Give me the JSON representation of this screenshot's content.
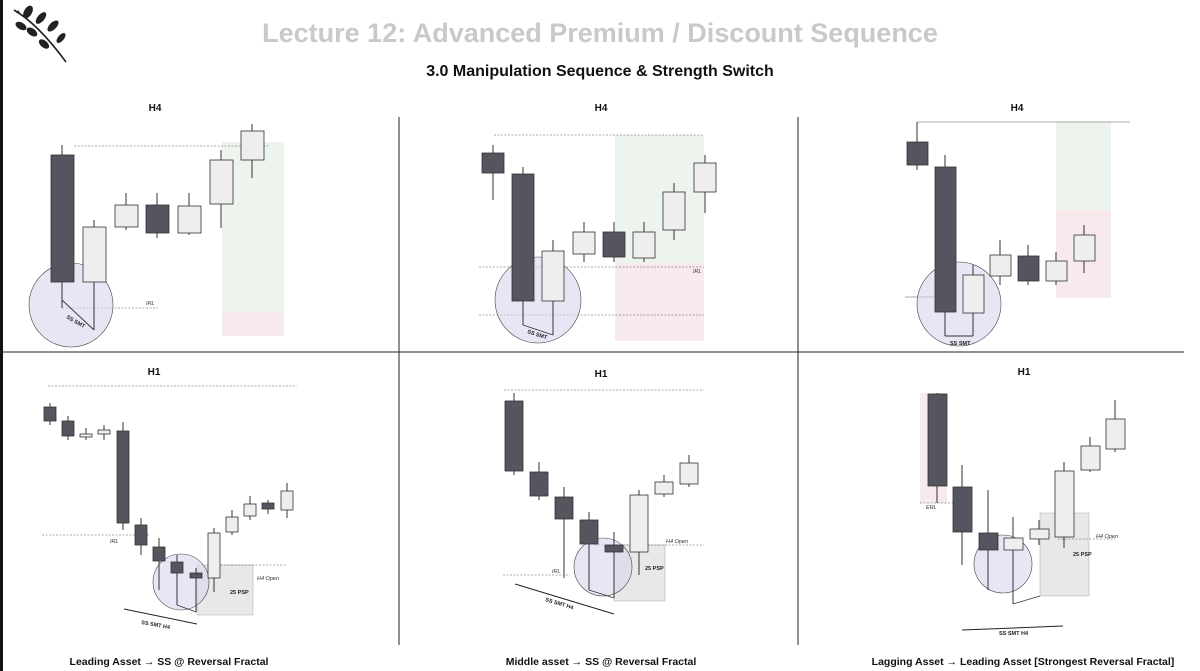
{
  "header": {
    "title": "Lecture 12: Advanced Premium / Discount Sequence",
    "subtitle": "3.0 Manipulation Sequence & Strength Switch"
  },
  "logo": {
    "icon": "branch-leaf-icon"
  },
  "colors": {
    "bearish": "#555560",
    "bullish": "#eeeeee",
    "smt_circle": "#d8d6ef",
    "premium_zone": "#f7e9ec",
    "discount_zone": "#edf4ed"
  },
  "panels": [
    {
      "timeframe": "H4",
      "labels": [
        "IRL",
        "SS SMT"
      ]
    },
    {
      "timeframe": "H4",
      "labels": [
        "IRL",
        "SS SMT"
      ]
    },
    {
      "timeframe": "H4",
      "labels": [
        "SS SMT"
      ]
    },
    {
      "timeframe": "H1",
      "labels": [
        "IRL",
        "H4 Open",
        "25 PSP",
        "SS SMT H4"
      ]
    },
    {
      "timeframe": "H1",
      "labels": [
        "H4 Open",
        "IRL",
        "25 PSP",
        "SS SMT H4"
      ]
    },
    {
      "timeframe": "H1",
      "labels": [
        "ERL",
        "H4 Open",
        "25 PSP",
        "SS SMT H4"
      ]
    }
  ],
  "captions": [
    "Leading Asset → SS @ Reversal Fractal",
    "Middle asset → SS @ Reversal Fractal",
    "Lagging Asset → Leading Asset [Strongest Reversal Fractal]"
  ]
}
